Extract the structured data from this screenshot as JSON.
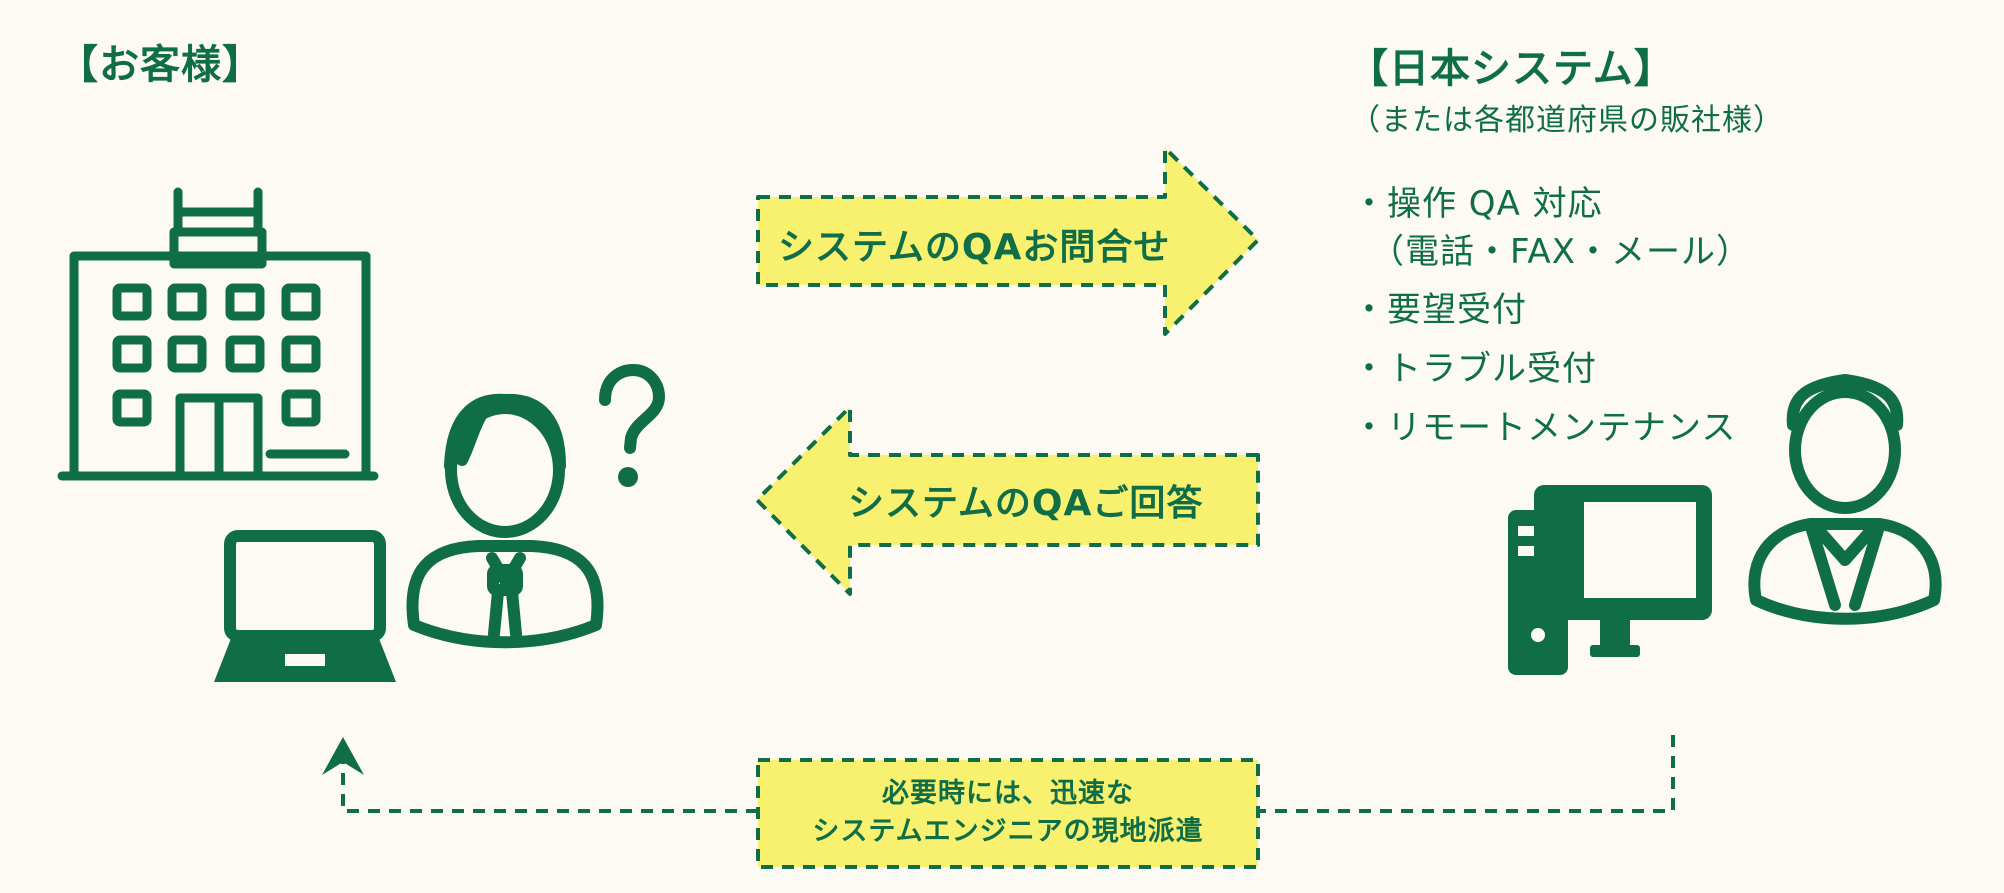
{
  "customer": {
    "heading": "【お客様】"
  },
  "vendor": {
    "heading": "【日本システム】",
    "subheading": "（または各都道府県の販社様）",
    "services": [
      "・操作 QA 対応",
      "（電話・FAX・メール）",
      "・要望受付",
      "・トラブル受付",
      "・リモートメンテナンス"
    ]
  },
  "arrows": {
    "inquiry": "システムのQAお問合せ",
    "answer": "システムのQAご回答"
  },
  "dispatch": {
    "line1": "必要時には、迅速な",
    "line2": "システムエンジニアの現地派遣"
  },
  "icons": [
    "hotel-building-icon",
    "laptop-icon",
    "confused-person-icon",
    "question-mark-icon",
    "desktop-computer-icon",
    "support-person-icon"
  ],
  "colors": {
    "background": "#fcfaf2",
    "primary": "#0f6e47",
    "highlight": "#f7f16f"
  }
}
